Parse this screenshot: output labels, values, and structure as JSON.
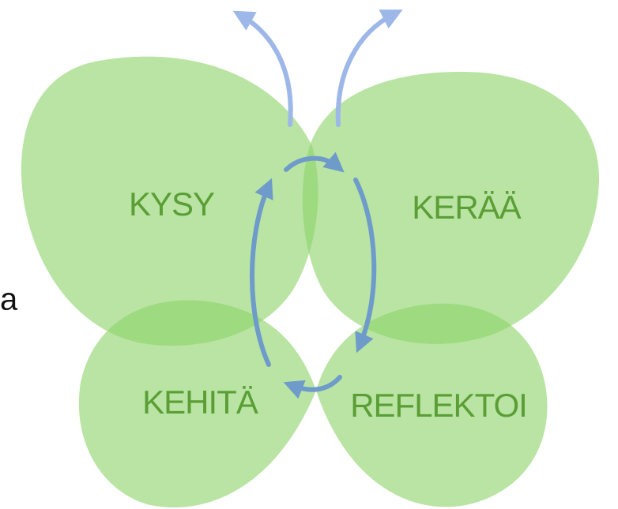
{
  "diagram": {
    "labels": {
      "top_left": "KYSY",
      "top_right": "KERÄÄ",
      "bottom_left": "KEHITÄ",
      "bottom_right": "REFLEKTOI"
    },
    "cut_off_text": "a",
    "colors": {
      "wing_fill": "#8ed46a",
      "label_text": "#5a9e35",
      "cycle_arrow": "#6f9bcb",
      "outer_arrow": "#9db8e8",
      "edge_text": "#111111"
    }
  }
}
